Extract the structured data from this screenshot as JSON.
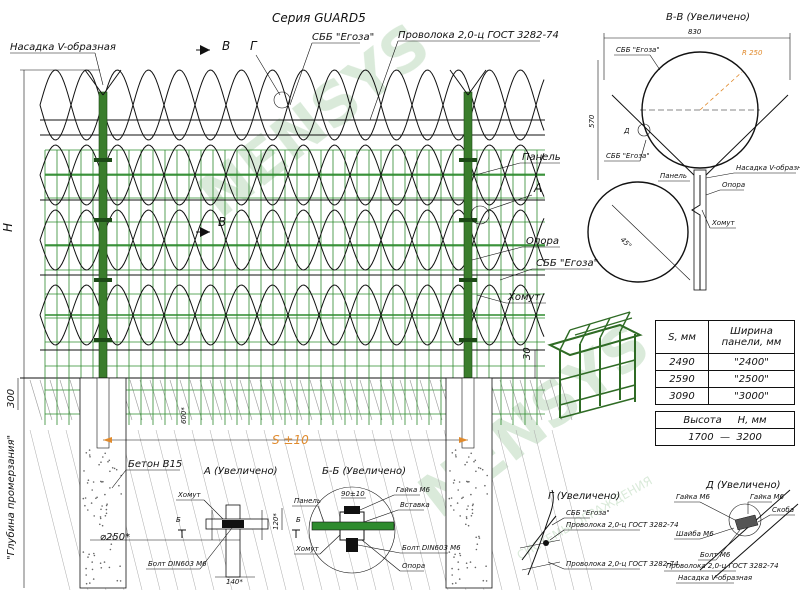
{
  "title": "Серия GUARD5",
  "watermark": "NENSYS",
  "watermark_sub": "СИСТЕМЫ ОГРАЖДЕНИЯ",
  "colors": {
    "post": "#3a7d2c",
    "mesh": "#2e8b2e",
    "line": "#111111",
    "accent": "#e08a2c"
  },
  "main": {
    "labels": {
      "v_nozzle": "Насадка V-образная",
      "section_bb": "В",
      "g_mark": "Г",
      "sbb_egoza_top": "СББ \"Егоза\"",
      "wire_top": "Проволока 2,0-ц ГОСТ 3282-74",
      "panel": "Панель",
      "a_mark": "А",
      "support": "Опора",
      "sbb_egoza_mid": "СББ \"Егоза\"",
      "clamp": "Хомут",
      "b_mark": "В",
      "h_dim": "H",
      "dim_30": "30",
      "dim_300": "300",
      "dim_600": "600*",
      "s_dim": "S ±10",
      "concrete": "Бетон В15",
      "depth": "\"Глубина промерзания\""
    }
  },
  "detail_a": {
    "title": "А (Увеличено)",
    "clamp": "Хомут",
    "diameter": "⌀250*",
    "bolt": "Болт DIN603 M6",
    "b_left": "Б",
    "b_right": "Б",
    "dim_120": "120*",
    "dim_140": "140*"
  },
  "detail_bb": {
    "title": "Б-Б (Увеличено)",
    "dim": "90±10",
    "panel": "Панель",
    "clamp": "Хомут",
    "nut": "Гайка М6",
    "insert": "Вставка",
    "bolt": "Болт DIN603 M6",
    "support": "Опора"
  },
  "detail_vv": {
    "title": "В-В (Увеличено)",
    "dim_830": "830",
    "dim_570": "570",
    "radius": "R 250",
    "d_mark": "Д",
    "sbb_top": "СББ \"Егоза\"",
    "sbb_bottom": "СББ \"Егоза\"",
    "v_nozzle": "Насадка V-образная",
    "panel": "Панель",
    "support": "Опора",
    "clamp": "Хомут",
    "mark_45": "45°"
  },
  "detail_g": {
    "title": "Г (Увеличено)",
    "sbb": "СББ \"Егоза\"",
    "wire1": "Проволока 2,0-ц ГОСТ 3282-74",
    "wire2": "Проволока 2,0-ц ГОСТ 3282-74"
  },
  "detail_d": {
    "title": "Д (Увеличено)",
    "nut1": "Гайка М6",
    "nut2": "Гайка М6",
    "skoba": "Скоба",
    "washer": "Шайба М6",
    "bolt": "Болт М6",
    "wire": "Проволока 2,0-ц ГОСТ 3282-74",
    "v_nozzle": "Насадка V-образная"
  },
  "table": {
    "headers": [
      "S, мм",
      "Ширина панели, мм"
    ],
    "rows": [
      [
        "2490",
        "\"2400\""
      ],
      [
        "2590",
        "\"2500\""
      ],
      [
        "3090",
        "\"3000\""
      ]
    ],
    "height_header": "Высота     H, мм",
    "height_range": "1700  —  3200"
  }
}
